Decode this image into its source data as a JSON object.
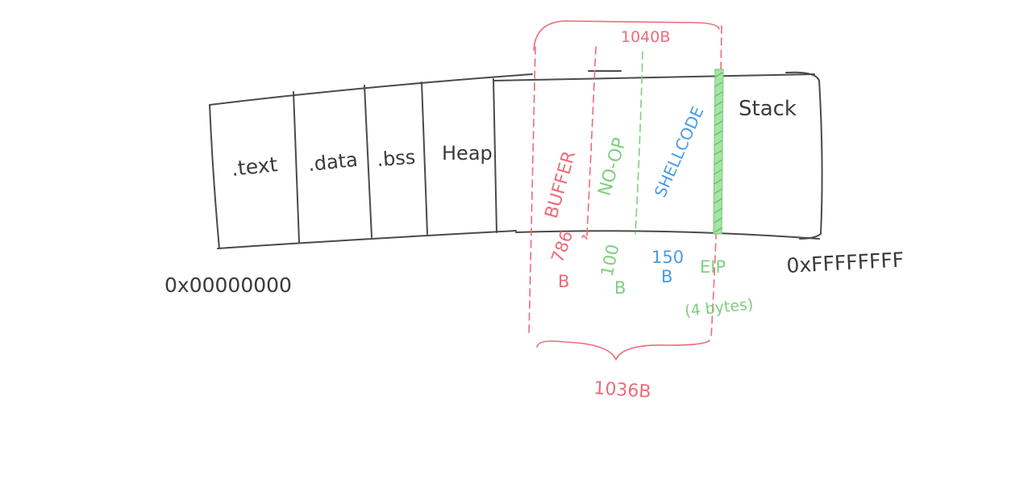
{
  "segments": {
    "text": ".text",
    "data": ".data",
    "bss": ".bss",
    "heap": "Heap",
    "stack": "Stack"
  },
  "addresses": {
    "low": "0x00000000",
    "high": "0xFFFFFFFF"
  },
  "regions": {
    "buffer": "BUFFER",
    "noop": "NO-OP",
    "shellcode": "SHELLCODE",
    "eip": "EIP"
  },
  "sizes": {
    "top_brace": "1040B",
    "bottom_brace": "1036B",
    "buffer_size": "786",
    "buffer_unit": "B",
    "noop_size": "100",
    "noop_unit": "B",
    "shellcode_size": "150",
    "shellcode_unit": "B",
    "eip_size": "(4 bytes)"
  },
  "colors": {
    "ink": "#3a3a3a",
    "red": "#ee6b78",
    "green": "#7fcf7f",
    "blue": "#4a9be8"
  }
}
